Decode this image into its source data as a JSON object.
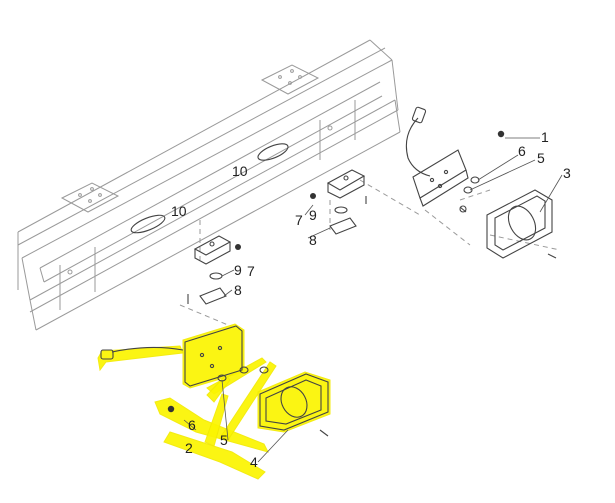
{
  "callouts": {
    "c1": "1",
    "c3": "3",
    "c5a": "5",
    "c6a": "6",
    "c10a": "10",
    "c10b": "10",
    "c7a": "7",
    "c9a": "9",
    "c8a": "8",
    "c9b": "9",
    "c7b": "7",
    "c8b": "8",
    "c6b": "6",
    "c2": "2",
    "c5b": "5",
    "c4": "4"
  },
  "colors": {
    "highlight": "#fbf500",
    "line": "#9a9a9a",
    "ink": "#444444"
  }
}
